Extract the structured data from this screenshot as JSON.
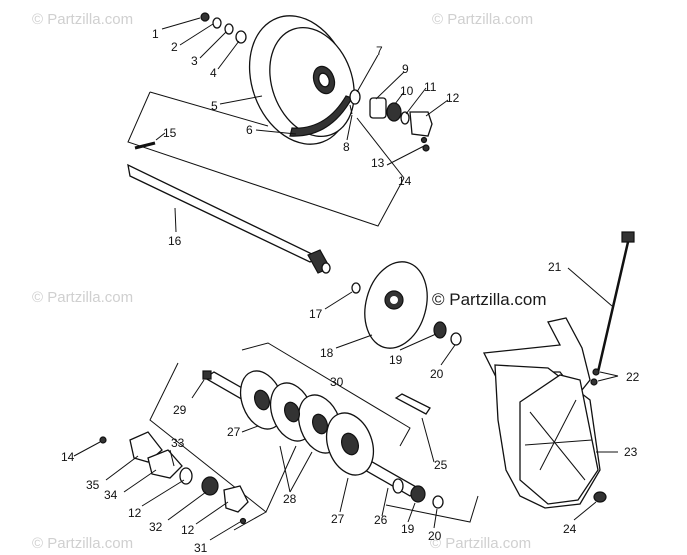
{
  "watermarks": {
    "top_left": "© Partzilla.com",
    "top_right": "© Partzilla.com",
    "mid_left": "© Partzilla.com",
    "center": "© Partzilla.com",
    "bottom_left": "© Partzilla.com",
    "bottom_right": "© Partzilla.com"
  },
  "callouts": [
    {
      "id": "c1",
      "label": "1"
    },
    {
      "id": "c2",
      "label": "2"
    },
    {
      "id": "c3",
      "label": "3"
    },
    {
      "id": "c4",
      "label": "4"
    },
    {
      "id": "c5",
      "label": "5"
    },
    {
      "id": "c6",
      "label": "6"
    },
    {
      "id": "c7",
      "label": "7"
    },
    {
      "id": "c8",
      "label": "8"
    },
    {
      "id": "c9",
      "label": "9"
    },
    {
      "id": "c10",
      "label": "10"
    },
    {
      "id": "c11",
      "label": "11"
    },
    {
      "id": "c12a",
      "label": "12"
    },
    {
      "id": "c13",
      "label": "13"
    },
    {
      "id": "c14a",
      "label": "14"
    },
    {
      "id": "c15",
      "label": "15"
    },
    {
      "id": "c16",
      "label": "16"
    },
    {
      "id": "c17",
      "label": "17"
    },
    {
      "id": "c18",
      "label": "18"
    },
    {
      "id": "c19a",
      "label": "19"
    },
    {
      "id": "c20a",
      "label": "20"
    },
    {
      "id": "c21",
      "label": "21"
    },
    {
      "id": "c22",
      "label": "22"
    },
    {
      "id": "c23",
      "label": "23"
    },
    {
      "id": "c24",
      "label": "24"
    },
    {
      "id": "c25",
      "label": "25"
    },
    {
      "id": "c26",
      "label": "26"
    },
    {
      "id": "c27a",
      "label": "27"
    },
    {
      "id": "c27b",
      "label": "27"
    },
    {
      "id": "c28",
      "label": "28"
    },
    {
      "id": "c29",
      "label": "29"
    },
    {
      "id": "c30",
      "label": "30"
    },
    {
      "id": "c31",
      "label": "31"
    },
    {
      "id": "c32",
      "label": "32"
    },
    {
      "id": "c12b",
      "label": "12"
    },
    {
      "id": "c12c",
      "label": "12"
    },
    {
      "id": "c33",
      "label": "33"
    },
    {
      "id": "c34",
      "label": "34"
    },
    {
      "id": "c35",
      "label": "35"
    },
    {
      "id": "c14b",
      "label": "14"
    },
    {
      "id": "c19b",
      "label": "19"
    },
    {
      "id": "c20b",
      "label": "20"
    }
  ]
}
